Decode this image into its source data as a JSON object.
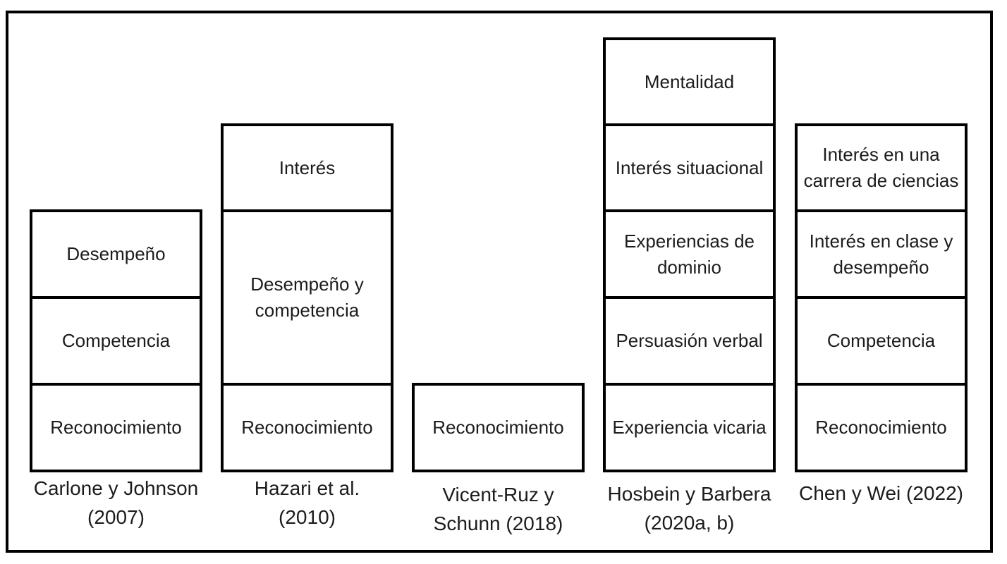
{
  "figure": {
    "type": "stacked-box-comparison-diagram",
    "background": "#ffffff",
    "border_color": "#000000",
    "text_color": "#1c1c1c",
    "columns": [
      {
        "id": "carlone-johnson-2007",
        "caption_lines": [
          "Carlone y Johnson",
          "(2007)"
        ],
        "boxes": [
          {
            "lines": [
              "Desempeño"
            ],
            "row_start": 2,
            "row_end": 3
          },
          {
            "lines": [
              "Competencia"
            ],
            "row_start": 3,
            "row_end": 4
          },
          {
            "lines": [
              "Reconocimiento"
            ],
            "row_start": 4,
            "row_end": 5
          }
        ]
      },
      {
        "id": "hazari-et-al-2010",
        "caption_lines": [
          "Hazari et al.",
          "(2010)"
        ],
        "boxes": [
          {
            "lines": [
              "Interés"
            ],
            "row_start": 1,
            "row_end": 2
          },
          {
            "lines": [
              "Desempeño y",
              "competencia"
            ],
            "row_start": 2,
            "row_end": 4
          },
          {
            "lines": [
              "Reconocimiento"
            ],
            "row_start": 4,
            "row_end": 5
          }
        ]
      },
      {
        "id": "vicent-ruz-schunn-2018",
        "caption_lines": [
          "Vicent-Ruz y",
          "Schunn (2018)"
        ],
        "boxes": [
          {
            "lines": [
              "Reconocimiento"
            ],
            "row_start": 4,
            "row_end": 5
          }
        ]
      },
      {
        "id": "hosbein-barbera-2020",
        "caption_lines": [
          "Hosbein y Barbera",
          "(2020a, b)"
        ],
        "boxes": [
          {
            "lines": [
              "Mentalidad"
            ],
            "row_start": 0,
            "row_end": 1
          },
          {
            "lines": [
              "Interés situacional"
            ],
            "row_start": 1,
            "row_end": 2
          },
          {
            "lines": [
              "Experiencias de",
              "dominio"
            ],
            "row_start": 2,
            "row_end": 3
          },
          {
            "lines": [
              "Persuasión verbal"
            ],
            "row_start": 3,
            "row_end": 4
          },
          {
            "lines": [
              "Experiencia vicaria"
            ],
            "row_start": 4,
            "row_end": 5
          }
        ]
      },
      {
        "id": "chen-wei-2022",
        "caption_lines": [
          "Chen y Wei (2022)"
        ],
        "boxes": [
          {
            "lines": [
              "Interés en una",
              "carrera de ciencias"
            ],
            "row_start": 1,
            "row_end": 2
          },
          {
            "lines": [
              "Interés en clase y",
              "desempeño"
            ],
            "row_start": 2,
            "row_end": 3
          },
          {
            "lines": [
              "Competencia"
            ],
            "row_start": 3,
            "row_end": 4
          },
          {
            "lines": [
              "Reconocimiento"
            ],
            "row_start": 4,
            "row_end": 5
          }
        ]
      }
    ]
  }
}
